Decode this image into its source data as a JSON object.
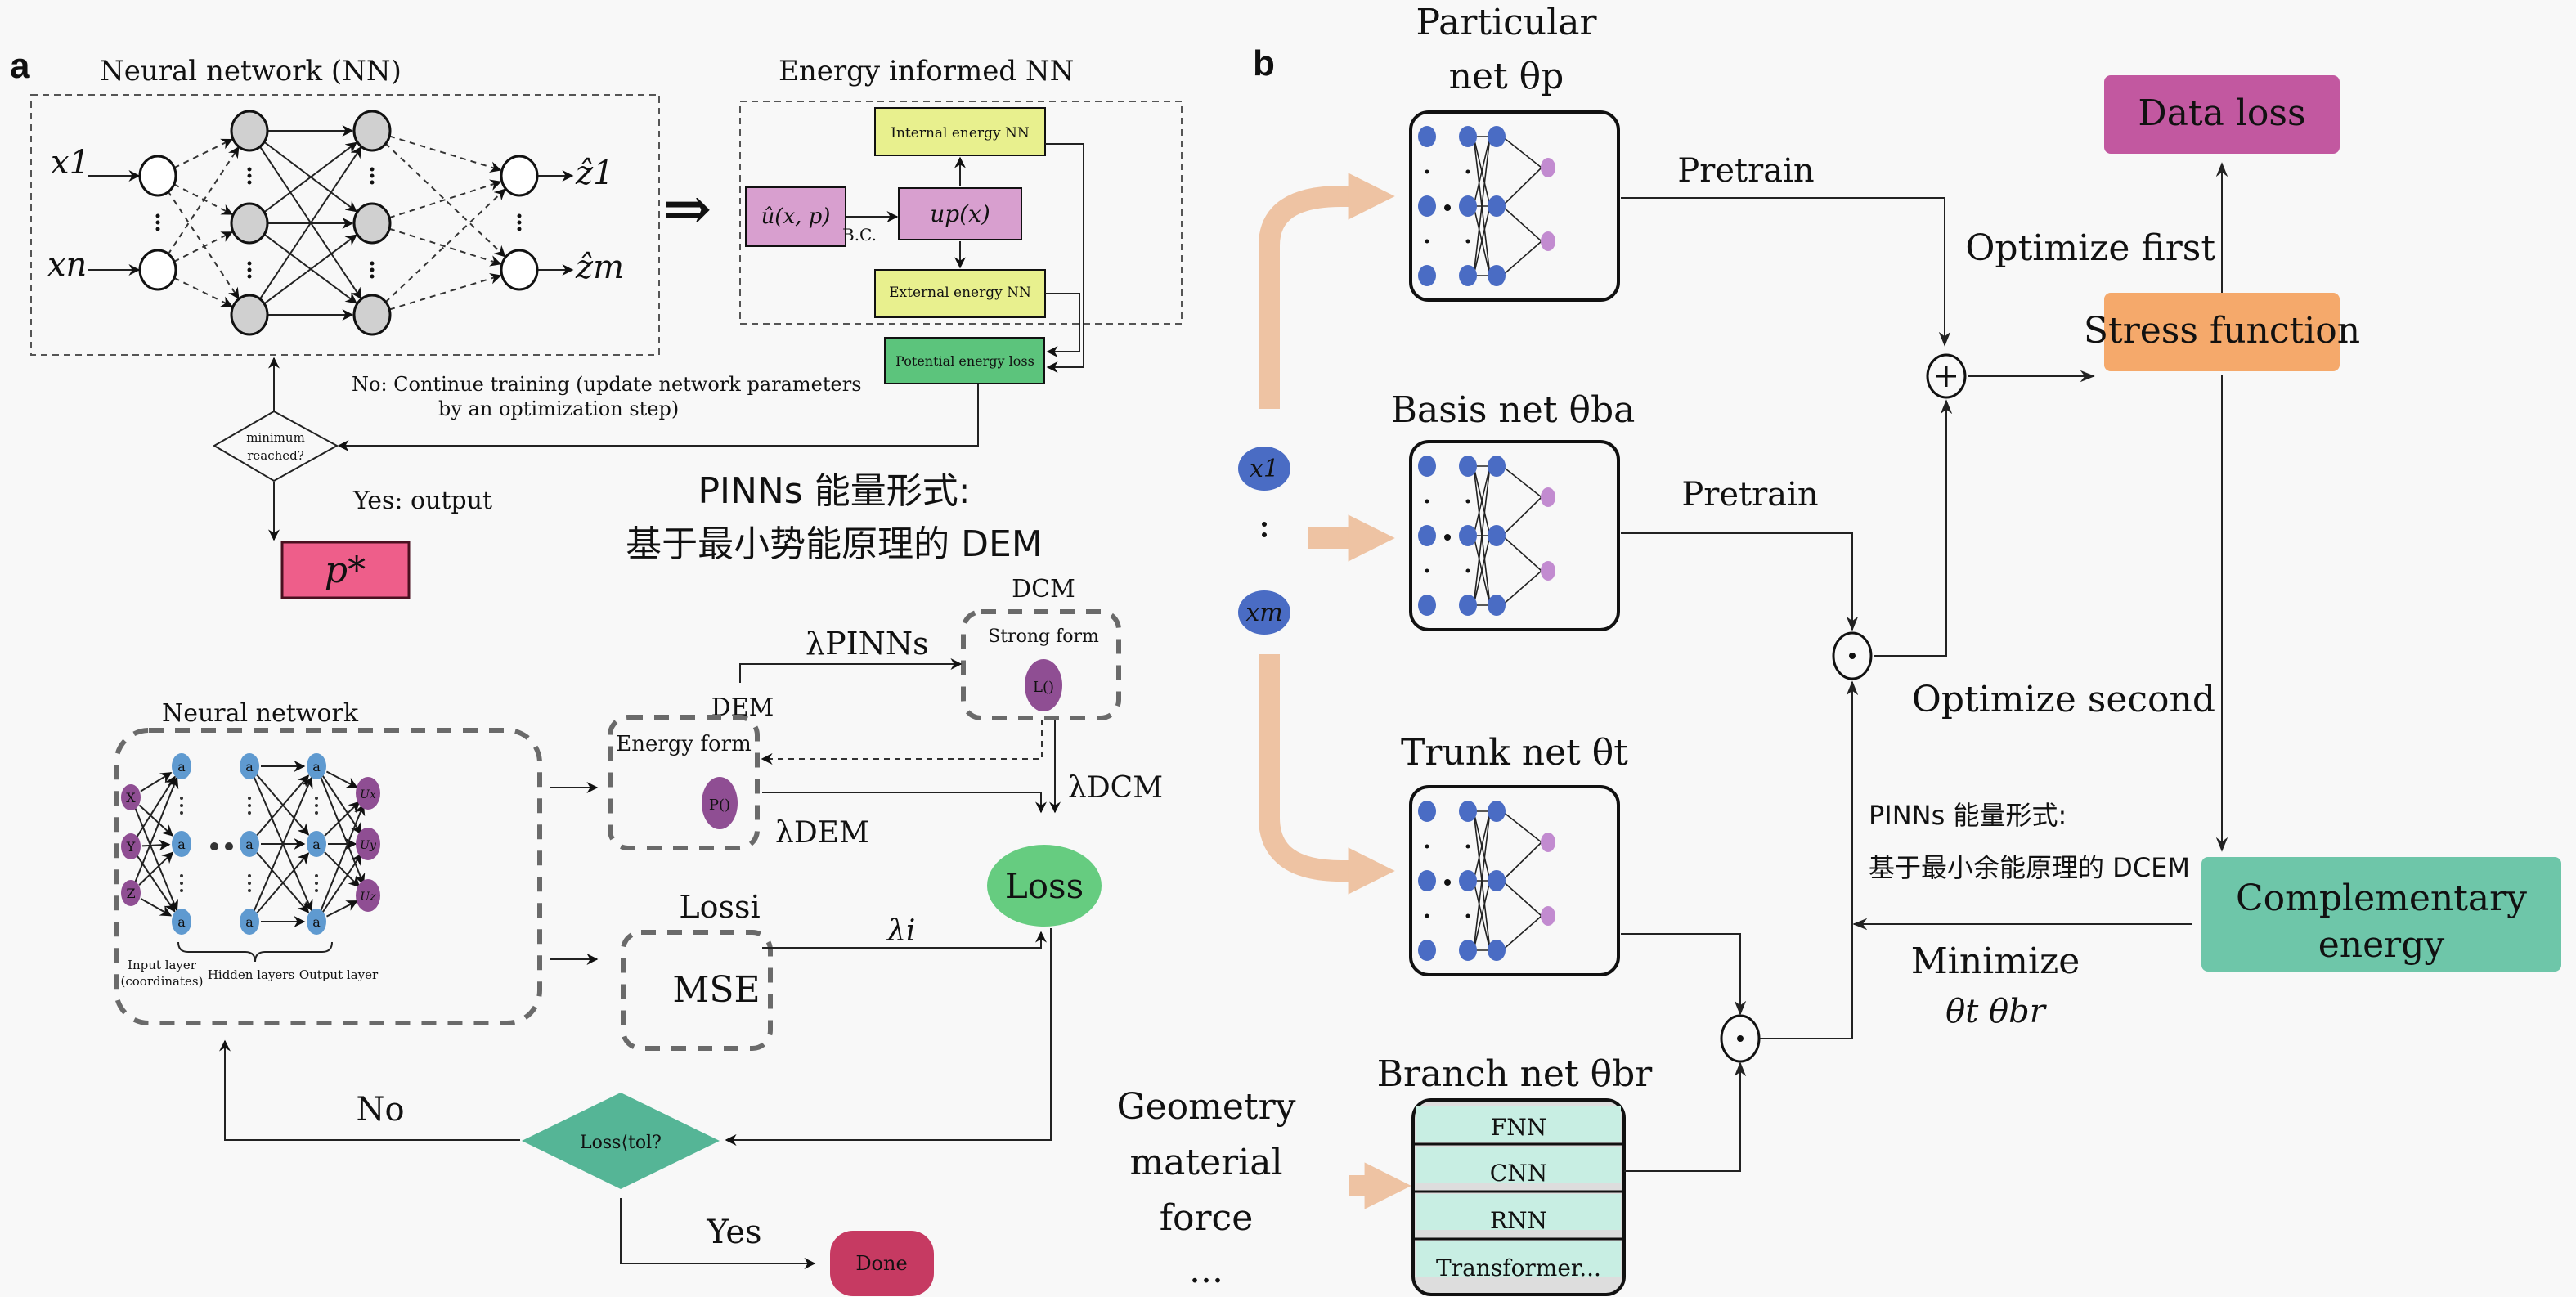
{
  "figure": {
    "panel_a_label": "a",
    "panel_b_label": "b"
  },
  "panel_a": {
    "nn_title": "Neural network (NN)",
    "nn_inputs": [
      "x1",
      "xn"
    ],
    "nn_outputs": [
      "ẑ1",
      "ẑm"
    ],
    "implies_symbol": "⇒",
    "einn_title": "Energy informed NN",
    "internal_energy": "Internal energy NN",
    "external_energy": "External energy NN",
    "u_hat": "û(x, p)",
    "u_p": "up(x)",
    "bc_label": "B.C.",
    "potential_loss": "Potential energy loss",
    "decision": [
      "minimum",
      "reached?"
    ],
    "no_label_line1": "No: Continue training (update network parameters",
    "no_label_line2": "by an optimization step)",
    "yes_label": "Yes: output",
    "output": "p*",
    "dem_heading_line1": "PINNs 能量形式:",
    "dem_heading_line2": "基于最小势能原理的 DEM",
    "nn2_title": "Neural network",
    "input_nodes": [
      "X",
      "Y",
      "Z"
    ],
    "hidden_node": "a",
    "output_nodes": [
      "Ux",
      "Uy",
      "Uz"
    ],
    "input_layer_line1": "Input layer",
    "input_layer_line2": "(coordinates)",
    "hidden_layers": "Hidden layers",
    "output_layer": "Output layer",
    "dem_label": "DEM",
    "energy_form": "Energy form",
    "energy_node": "P()",
    "dcm_label": "DCM",
    "strong_form": "Strong form",
    "strong_node": "L()",
    "lambda_pinns": "λPINNs",
    "lambda_dcm": "λDCM",
    "lambda_dem": "λDEM",
    "lambda_i": "λi",
    "loss_i": "Lossi",
    "mse": "MSE",
    "loss": "Loss",
    "loss_check": "Loss⟨tol?",
    "no": "No",
    "yes": "Yes",
    "done": "Done"
  },
  "panel_b": {
    "particular_line1": "Particular",
    "particular_line2": "net θp",
    "basis": "Basis net θba",
    "trunk": "Trunk net θt",
    "branch": "Branch net θbr",
    "pretrain": "Pretrain",
    "inputs": [
      "x1",
      "xm"
    ],
    "branch_inputs": [
      "Geometry",
      "material",
      "force",
      "..."
    ],
    "branch_layers": [
      "FNN",
      "CNN",
      "RNN",
      "Transformer..."
    ],
    "plus_op": "⊕",
    "dot_op": "⊙",
    "data_loss": "Data loss",
    "optimize_first": "Optimize first",
    "stress_function": "Stress function",
    "optimize_second": "Optimize second",
    "dcem_line1": "PINNs 能量形式:",
    "dcem_line2": "基于最小余能原理的 DCEM",
    "complementary_line1": "Complementary",
    "complementary_line2": "energy",
    "minimize": "Minimize",
    "minimize_params": "θt θbr"
  },
  "colors": {
    "background": "#f8f8f8",
    "pink_box": "#d89fcf",
    "yellow_box": "#e8f08e",
    "green_box": "#5cc47c",
    "p_star": "#ee5e8a",
    "purple_node": "#8f4e93",
    "blue_node": "#5f9ad0",
    "loss_green": "#66cc80",
    "teal_diamond": "#55b596",
    "done_red": "#c63a62",
    "data_loss": "#c258a0",
    "stress_orange": "#f5a96b",
    "complementary_teal": "#6ec6a9",
    "net_blue": "#4a6cc4",
    "net_out": "#c28bd0",
    "branch_cell": "#c8eee3",
    "orange_arrow": "#eec3a3"
  }
}
